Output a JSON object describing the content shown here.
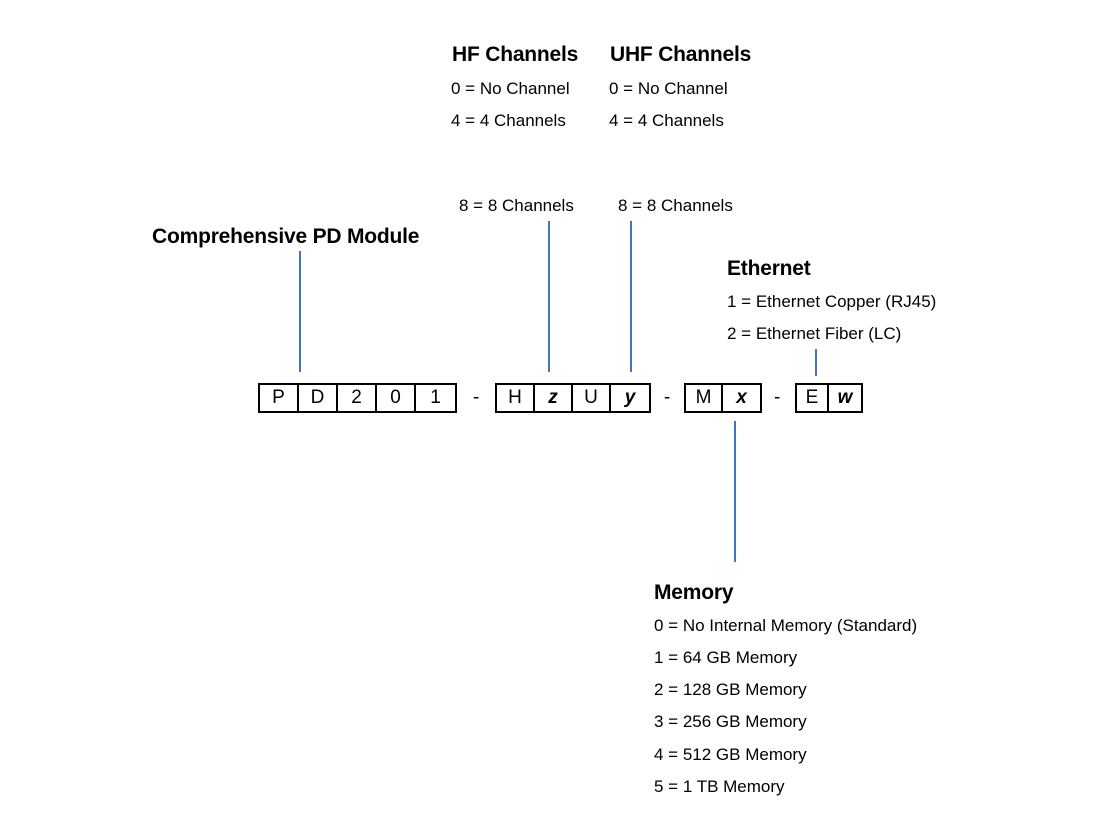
{
  "module": {
    "label": "Comprehensive PD Module"
  },
  "hf": {
    "title": "HF Channels",
    "options": [
      "0 = No Channel",
      "4 = 4 Channels",
      "8 = 8  Channels"
    ]
  },
  "uhf": {
    "title": "UHF Channels",
    "options": [
      "0 = No Channel",
      "4 = 4 Channels",
      "8 = 8  Channels"
    ]
  },
  "ethernet": {
    "title": "Ethernet",
    "options": [
      "1 = Ethernet Copper (RJ45)",
      "2 = Ethernet Fiber (LC)"
    ]
  },
  "memory": {
    "title": "Memory",
    "options": [
      "0 = No Internal Memory (Standard)",
      "1 = 64 GB Memory",
      "2 = 128 GB Memory",
      "3 = 256 GB Memory",
      "4 = 512 GB Memory",
      "5 = 1 TB Memory"
    ]
  },
  "part_number": {
    "base": [
      "P",
      "D",
      "2",
      "0",
      "1"
    ],
    "channels": [
      "H",
      "z",
      "U",
      "y"
    ],
    "memory": [
      "M",
      "x"
    ],
    "ethernet": [
      "E",
      "w"
    ],
    "separator": "-"
  },
  "colors": {
    "connector": "#4472c4",
    "text": "#000000"
  }
}
